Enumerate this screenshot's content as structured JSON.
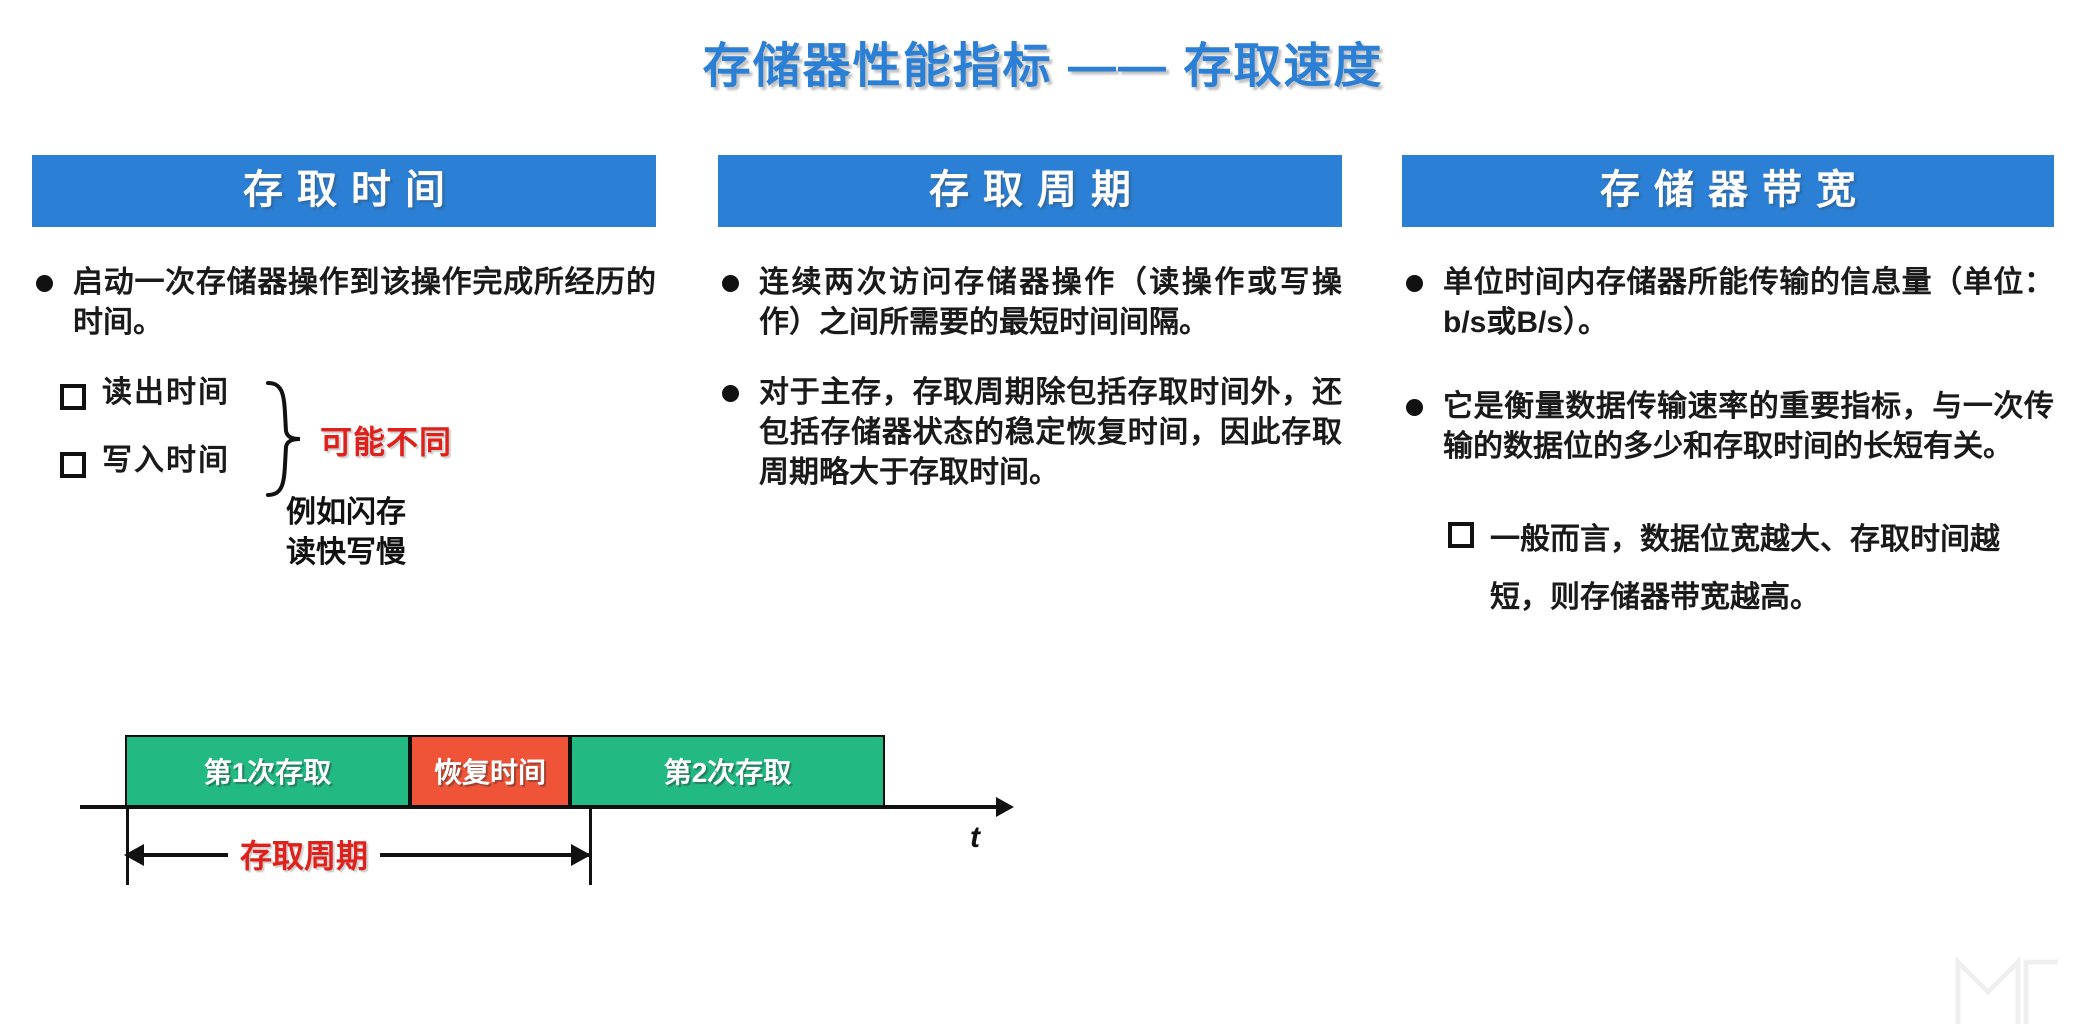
{
  "slide": {
    "title": "存储器性能指标 —— 存取速度",
    "accent_blue": "#2b7fd4",
    "accent_red": "#e0201b",
    "block_green": "#22ba82",
    "block_orange": "#ef5438"
  },
  "columns": [
    {
      "header": "存取时间",
      "bullets": [
        "启动一次存储器操作到该操作完成所经历的时间。"
      ],
      "sub_bullets": [
        "读出时间",
        "写入时间"
      ],
      "brace_note": "可能不同",
      "flash_note_line1": "例如闪存",
      "flash_note_line2": "读快写慢"
    },
    {
      "header": "存取周期",
      "bullets": [
        "连续两次访问存储器操作（读操作或写操作）之间所需要的最短时间间隔。",
        "对于主存，存取周期除包括存取时间外，还包括存储器状态的稳定恢复时间，因此存取周期略大于存取时间。"
      ],
      "sub_bullets": [],
      "brace_note": "",
      "flash_note_line1": "",
      "flash_note_line2": ""
    },
    {
      "header": "存储器带宽",
      "bullets": [
        "单位时间内存储器所能传输的信息量（单位：b/s或B/s）。",
        "它是衡量数据传输速率的重要指标，与一次传输的数据位的多少和存取时间的长短有关。"
      ],
      "sub_bullets": [
        "一般而言，数据位宽越大、存取时间越短，则存储器带宽越高。"
      ],
      "brace_note": "",
      "flash_note_line1": "",
      "flash_note_line2": ""
    }
  ],
  "timeline": {
    "blocks": [
      {
        "label": "第1次存取",
        "color": "#22ba82"
      },
      {
        "label": "恢复时间",
        "color": "#ef5438"
      },
      {
        "label": "第2次存取",
        "color": "#22ba82"
      }
    ],
    "axis_label": "t",
    "span_label": "存取周期"
  }
}
